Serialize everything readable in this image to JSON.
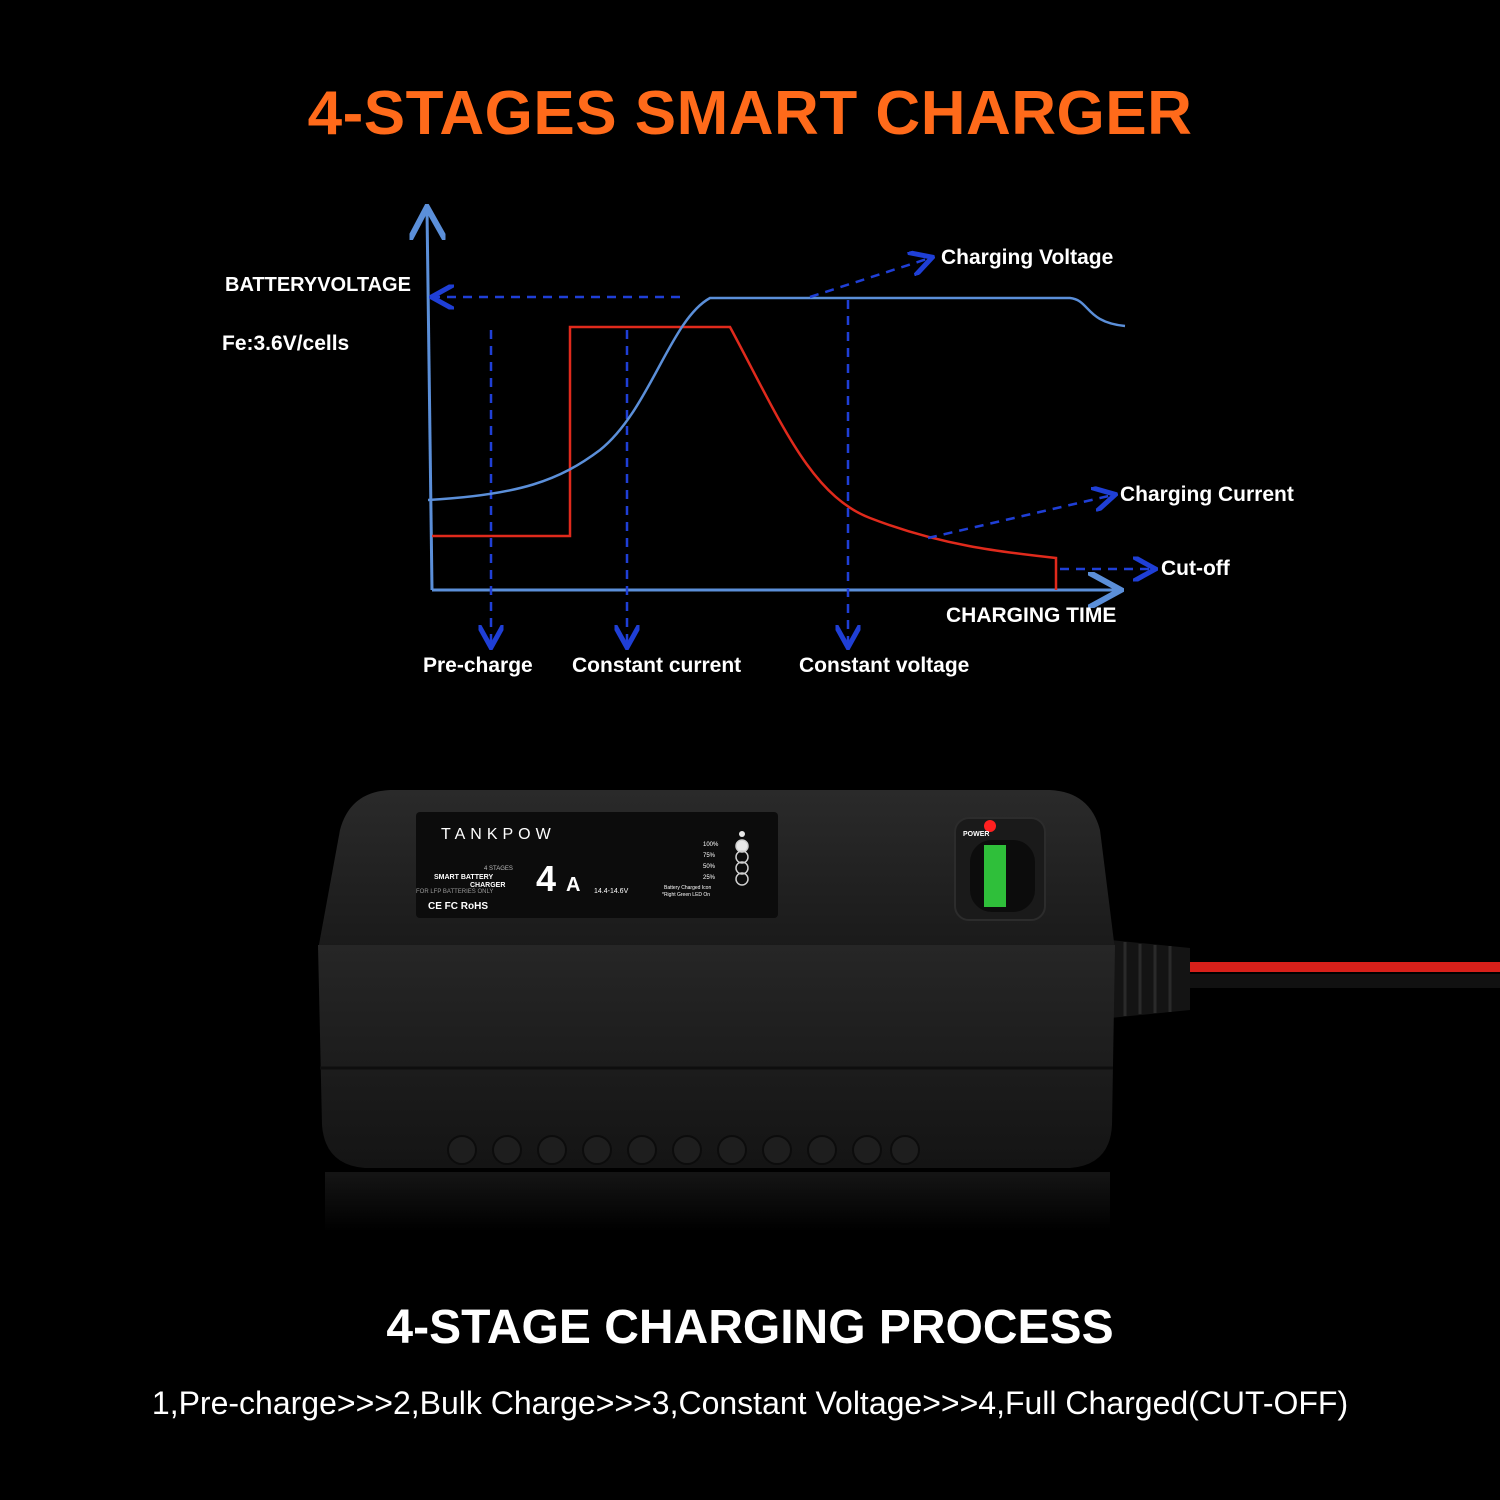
{
  "header": {
    "title": "4-STAGES SMART CHARGER"
  },
  "diagram": {
    "y_axis_label": "BATTERYVOLTAGE",
    "cell_voltage": "Fe:3.6V/cells",
    "x_axis_label": "CHARGING TIME",
    "voltage_label": "Charging Voltage",
    "current_label": "Charging Current",
    "cutoff_label": "Cut-off",
    "stages": [
      "Pre-charge",
      "Constant current",
      "Constant voltage"
    ],
    "colors": {
      "voltage": "#5b8fd9",
      "current": "#e02a1c",
      "arrows": "#1f3fd6",
      "axis": "#5b8fd9"
    }
  },
  "product": {
    "brand": "TANKPOW",
    "stages_text": "4 STAGES",
    "model_line1": "SMART BATTERY",
    "model_line2": "CHARGER",
    "model_line3": "FOR LFP BATTERIES ONLY",
    "amperage": "4",
    "amperage_unit": "A",
    "voltage_range": "14.4-14.6V",
    "levels": [
      "100%",
      "75%",
      "50%",
      "25%"
    ],
    "note_line1": "Battery Charged Icon",
    "note_line2": "*Right Green LED On",
    "certs": "CE FC RoHS",
    "power_label": "POWER",
    "indicator_levels": [
      "25%",
      "50%",
      "75%",
      "100%"
    ]
  },
  "footer": {
    "subtitle": "4-STAGE CHARGING PROCESS",
    "steps": "1,Pre-charge>>>2,Bulk Charge>>>3,Constant Voltage>>>4,Full Charged(CUT-OFF)"
  }
}
